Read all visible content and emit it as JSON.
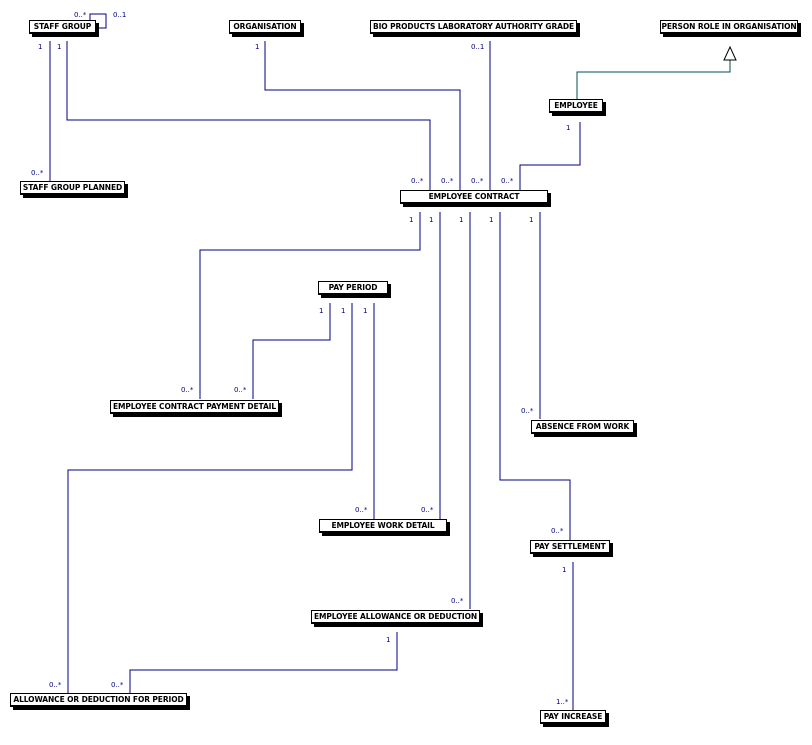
{
  "colors": {
    "line": "#000080",
    "generalization": "#005050",
    "box_border": "#000000",
    "multiplicity": "#000080"
  },
  "entities": {
    "staff_group": "STAFF GROUP",
    "organisation": "ORGANISATION",
    "bio_products_grade": "BIO PRODUCTS LABORATORY AUTHORITY GRADE",
    "person_role": "PERSON ROLE IN ORGANISATION",
    "employee": "EMPLOYEE",
    "staff_group_planned": "STAFF GROUP PLANNED",
    "employee_contract": "EMPLOYEE CONTRACT",
    "pay_period": "PAY PERIOD",
    "contract_payment_detail": "EMPLOYEE CONTRACT PAYMENT DETAIL",
    "absence_from_work": "ABSENCE FROM WORK",
    "employee_work_detail": "EMPLOYEE WORK DETAIL",
    "pay_settlement": "PAY SETTLEMENT",
    "allowance_deduction": "EMPLOYEE ALLOWANCE OR DEDUCTION",
    "allowance_deduction_period": "ALLOWANCE OR DEDUCTION FOR PERIOD",
    "pay_increase": "PAY INCREASE"
  },
  "multiplicities": {
    "sg_self_many": "0..*",
    "sg_self_one": "0..1",
    "sg_one_a": "1",
    "sg_one_b": "1",
    "sgp_many": "0..*",
    "org_one": "1",
    "grade_opt": "0..1",
    "emp_one": "1",
    "ec_many_sg": "0..*",
    "ec_many_org": "0..*",
    "ec_many_grade": "0..*",
    "ec_many_emp": "0..*",
    "ec_one_1": "1",
    "ec_one_2": "1",
    "ec_one_3": "1",
    "ec_one_4": "1",
    "ec_one_5": "1",
    "pp_one_1": "1",
    "pp_one_2": "1",
    "pp_one_3": "1",
    "cpd_many_1": "0..*",
    "cpd_many_2": "0..*",
    "abs_many": "0..*",
    "ewd_many_1": "0..*",
    "ewd_many_2": "0..*",
    "ps_many": "0..*",
    "ps_one": "1",
    "ead_many": "0..*",
    "ead_one": "1",
    "adp_many_1": "0..*",
    "adp_many_2": "0..*",
    "pi_many": "1..*"
  }
}
